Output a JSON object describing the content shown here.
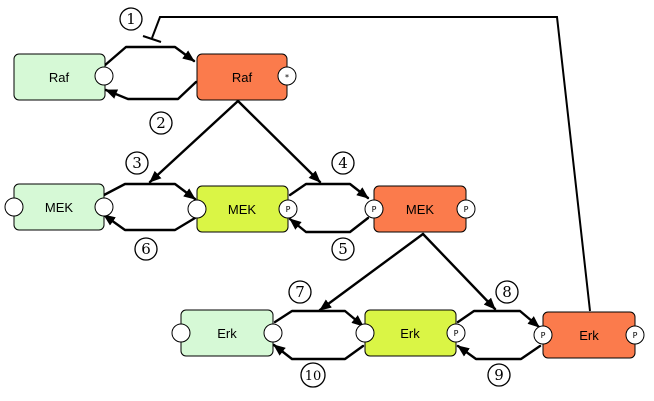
{
  "diagram": {
    "colors": {
      "inactive": "#d6f9d6",
      "intermediate": "#daf545",
      "active": "#fb7b4c"
    },
    "nodes": {
      "raf": "Raf",
      "raf_star": "Raf",
      "mek": "MEK",
      "mek_p": "MEK",
      "mek_pp": "MEK",
      "erk": "Erk",
      "erk_p": "Erk",
      "erk_pp": "Erk"
    },
    "sites": {
      "star": "*",
      "phospho": "P"
    },
    "steps": [
      "1",
      "2",
      "3",
      "4",
      "5",
      "6",
      "7",
      "8",
      "9",
      "10"
    ]
  }
}
